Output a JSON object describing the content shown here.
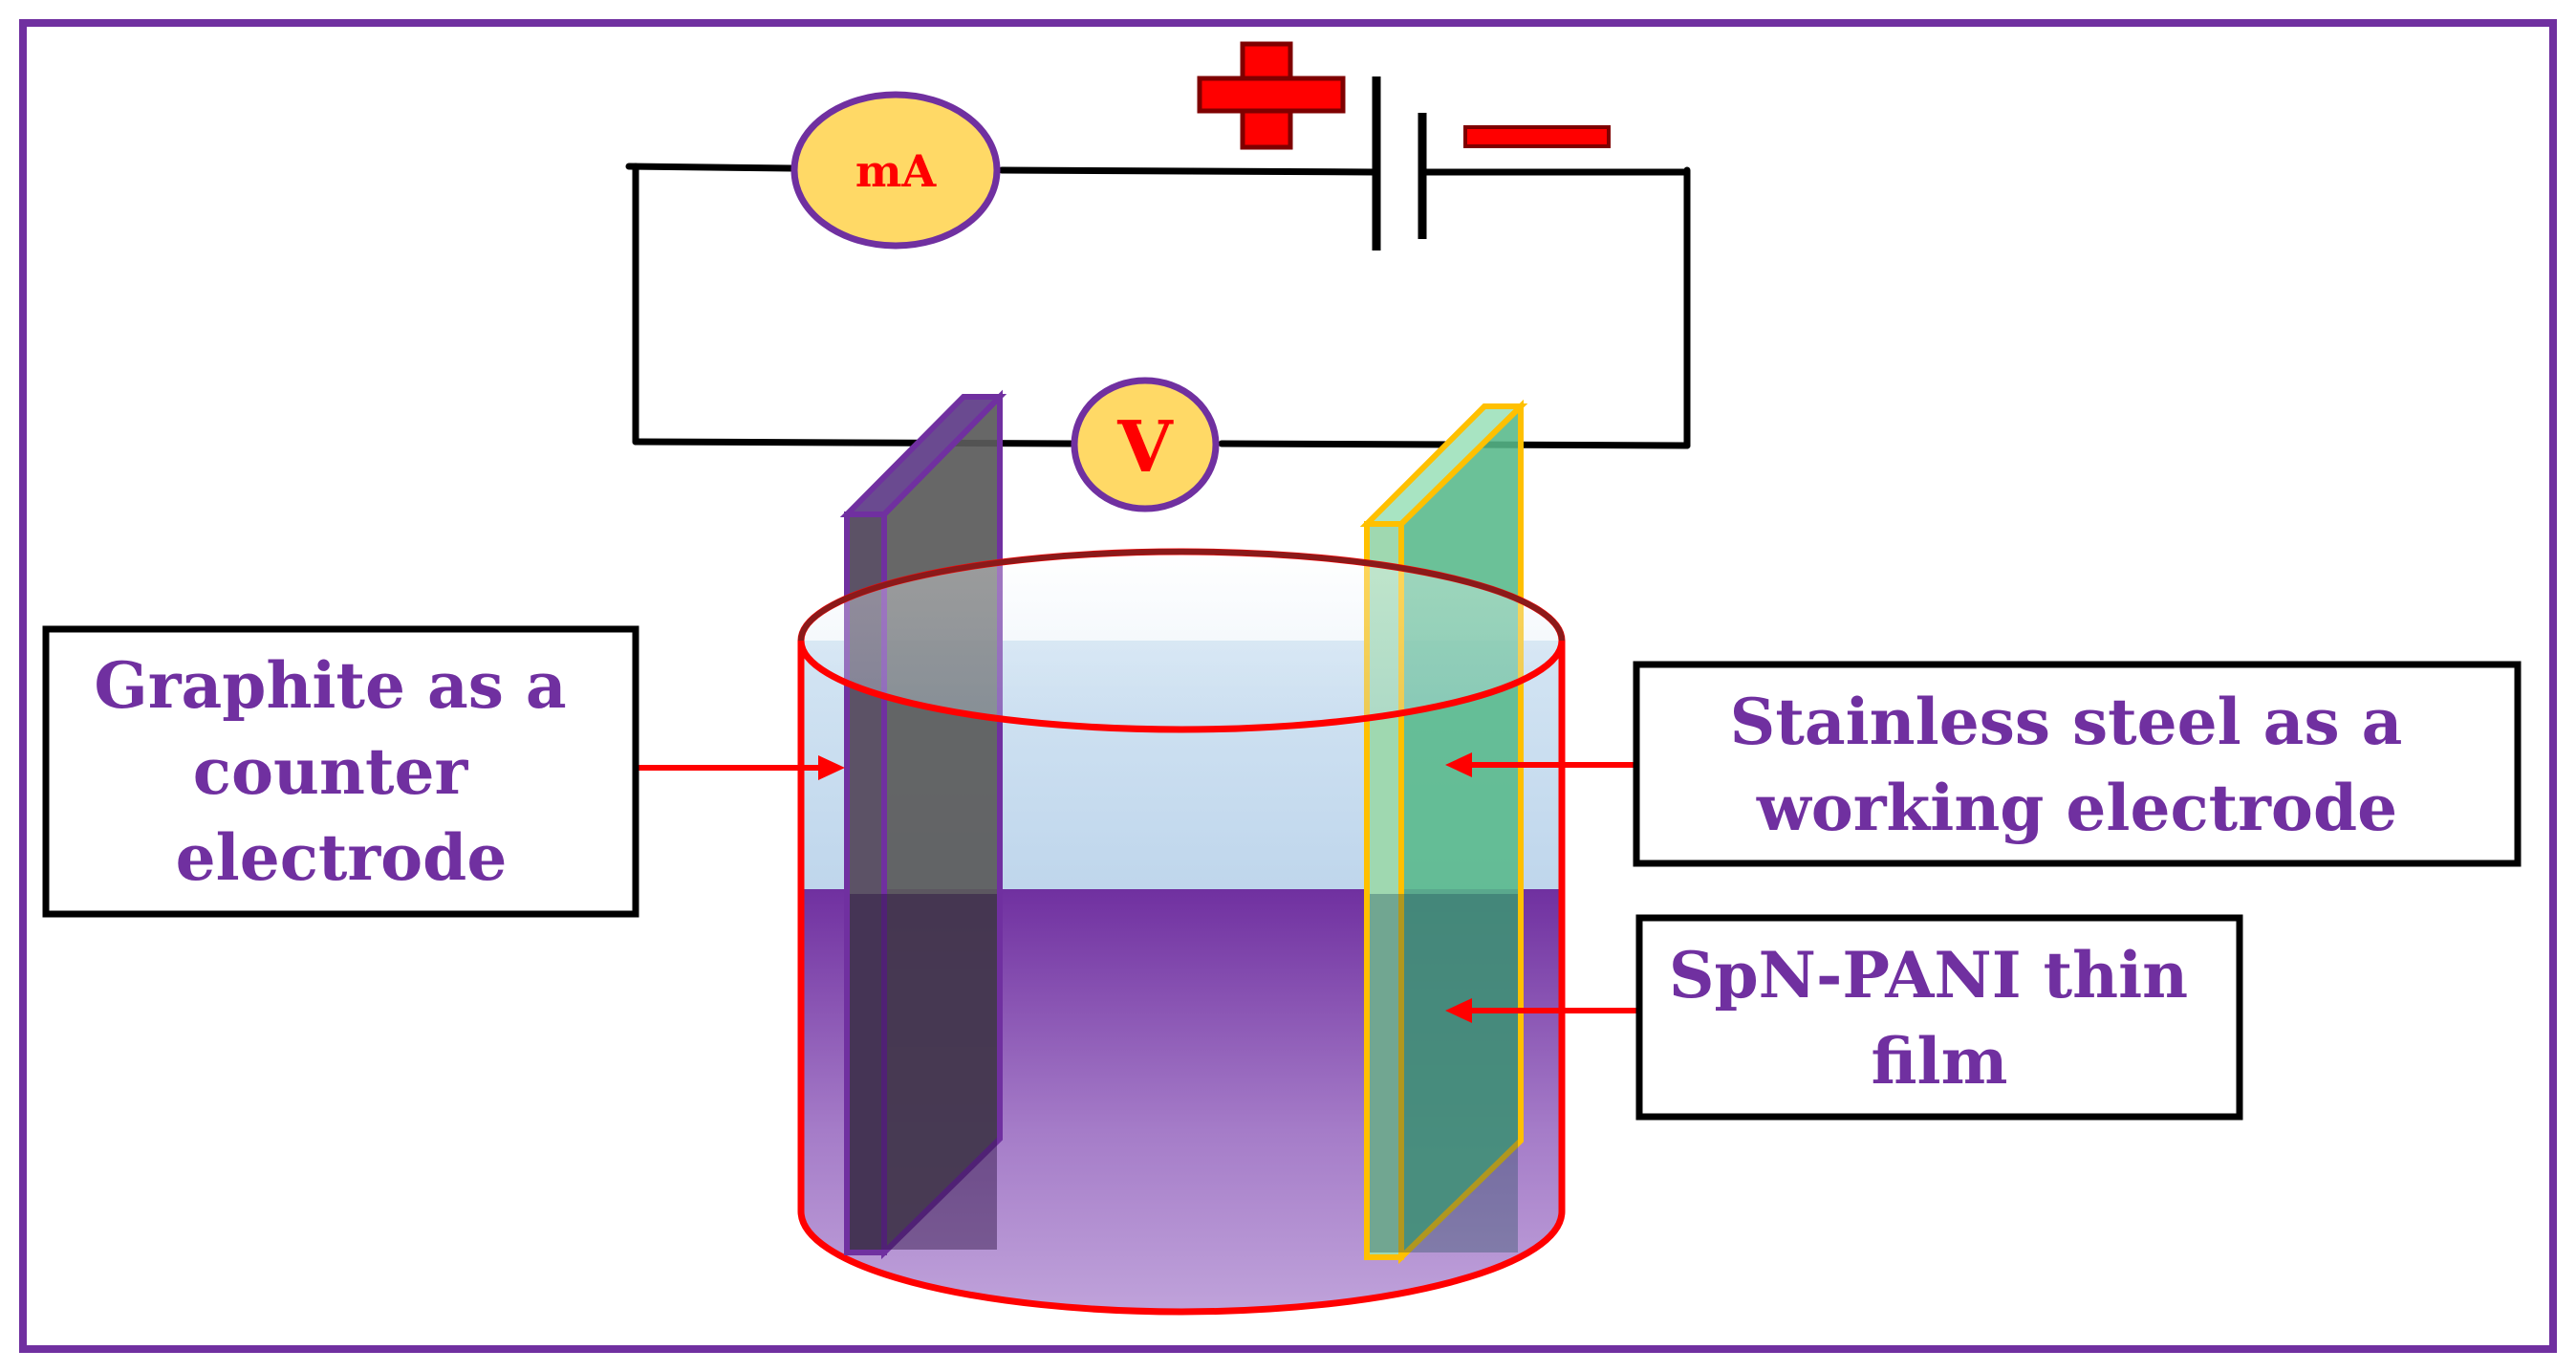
{
  "labels": {
    "graphite": [
      "Graphite as a",
      "counter",
      "electrode"
    ],
    "steel": [
      "Stainless steel as a",
      "working electrode"
    ],
    "film": [
      "SpN-PANI thin",
      "film"
    ]
  },
  "meters": {
    "ammeter": "mA",
    "voltmeter": "V"
  },
  "colors": {
    "frame": "#7030a0",
    "label_text": "#7030a0",
    "meter_fill": "#ffd966",
    "meter_text": "#ff0000",
    "polarity": "#ff0000",
    "beaker_outline": "#ff0000",
    "arrow": "#ff0000",
    "graphite_edge": "#7030a0",
    "steel_edge": "#ffc000"
  }
}
